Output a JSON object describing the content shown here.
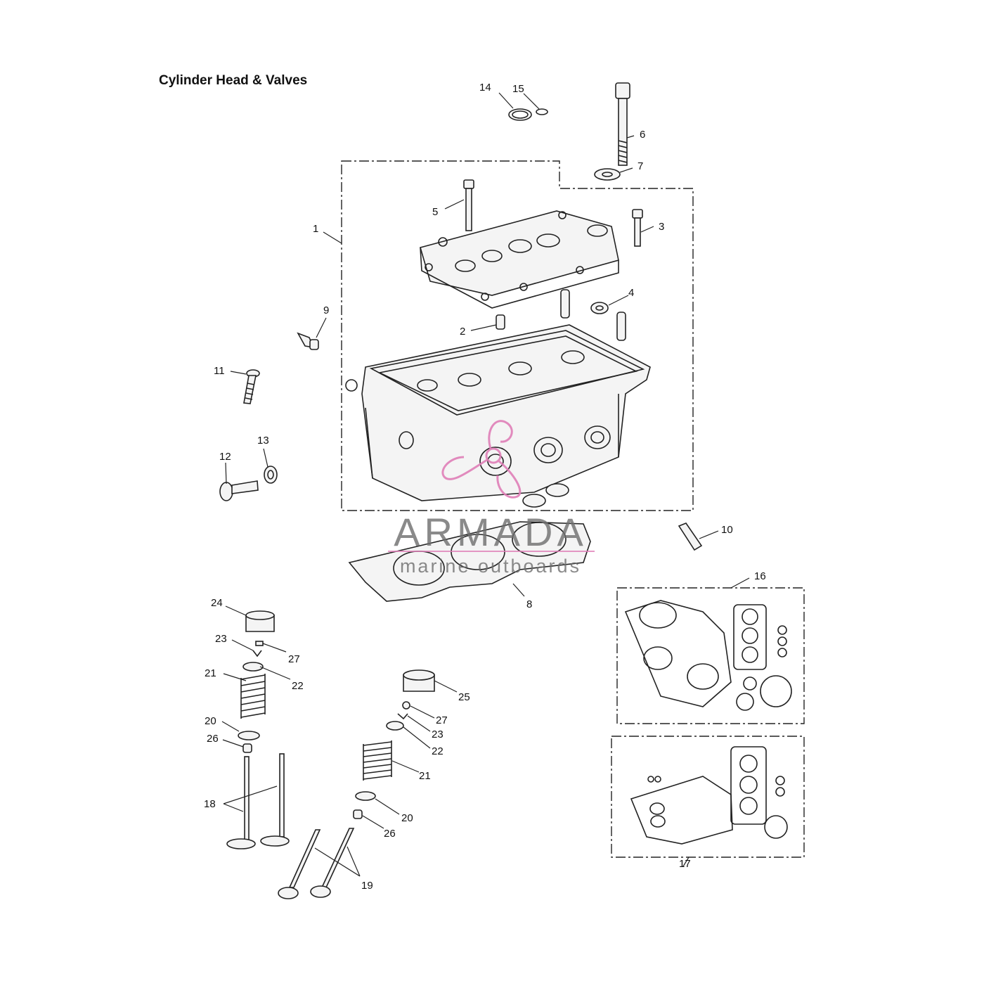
{
  "title": "Cylinder Head & Valves",
  "watermark": {
    "brand": "ARMADA",
    "tagline": "marine outboards",
    "logo_color": "#e07fb8",
    "text_color": "#6e6e6e"
  },
  "callouts": [
    "1",
    "2",
    "3",
    "4",
    "5",
    "6",
    "7",
    "8",
    "9",
    "10",
    "11",
    "12",
    "13",
    "14",
    "15",
    "16",
    "17",
    "18",
    "19",
    "20",
    "20",
    "21",
    "21",
    "22",
    "22",
    "23",
    "23",
    "24",
    "25",
    "26",
    "26",
    "27",
    "27"
  ]
}
